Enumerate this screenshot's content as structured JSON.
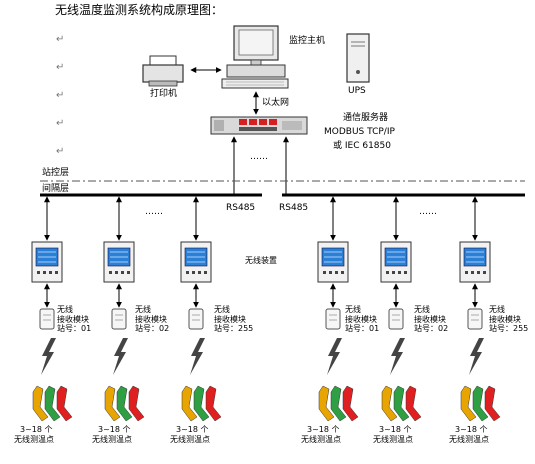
{
  "title": "无线温度监测系统构成原理图：",
  "paragraph_mark": "↵",
  "labels": {
    "host": "监控主机",
    "printer": "打印机",
    "ups": "UPS",
    "ethernet": "以太网",
    "comm_server_line1": "通信服务器",
    "comm_server_line2": "MODBUS TCP/IP",
    "comm_server_line3": "或 IEC 61850",
    "dots": "……",
    "station_layer": "站控层",
    "bay_layer": "间隔层",
    "rs485_left": "RS485",
    "rs485_right": "RS485",
    "wireless_device": "无线装置"
  },
  "receivers": [
    {
      "line1": "无线",
      "line2": "接收模块",
      "line3": "站号：01"
    },
    {
      "line1": "无线",
      "line2": "接收模块",
      "line3": "站号：02"
    },
    {
      "line1": "无线",
      "line2": "接收模块",
      "line3": "站号：255"
    },
    {
      "line1": "无线",
      "line2": "接收模块",
      "line3": "站号：01"
    },
    {
      "line1": "无线",
      "line2": "接收模块",
      "line3": "站号：02"
    },
    {
      "line1": "无线",
      "line2": "接收模块",
      "line3": "站号：255"
    }
  ],
  "sensors": [
    {
      "line1": "3~18 个",
      "line2": "无线测温点"
    },
    {
      "line1": "3~18 个",
      "line2": "无线测温点"
    },
    {
      "line1": "3~18 个",
      "line2": "无线测温点"
    },
    {
      "line1": "3~18 个",
      "line2": "无线测温点"
    },
    {
      "line1": "3~18 个",
      "line2": "无线测温点"
    },
    {
      "line1": "3~18 个",
      "line2": "无线测温点"
    }
  ],
  "colors": {
    "line": "#000000",
    "panel_screen": "#2a7fd6",
    "sensor_yellow": "#e8a400",
    "sensor_green": "#2ea043",
    "sensor_red": "#e02020",
    "lightning": "#444444"
  }
}
